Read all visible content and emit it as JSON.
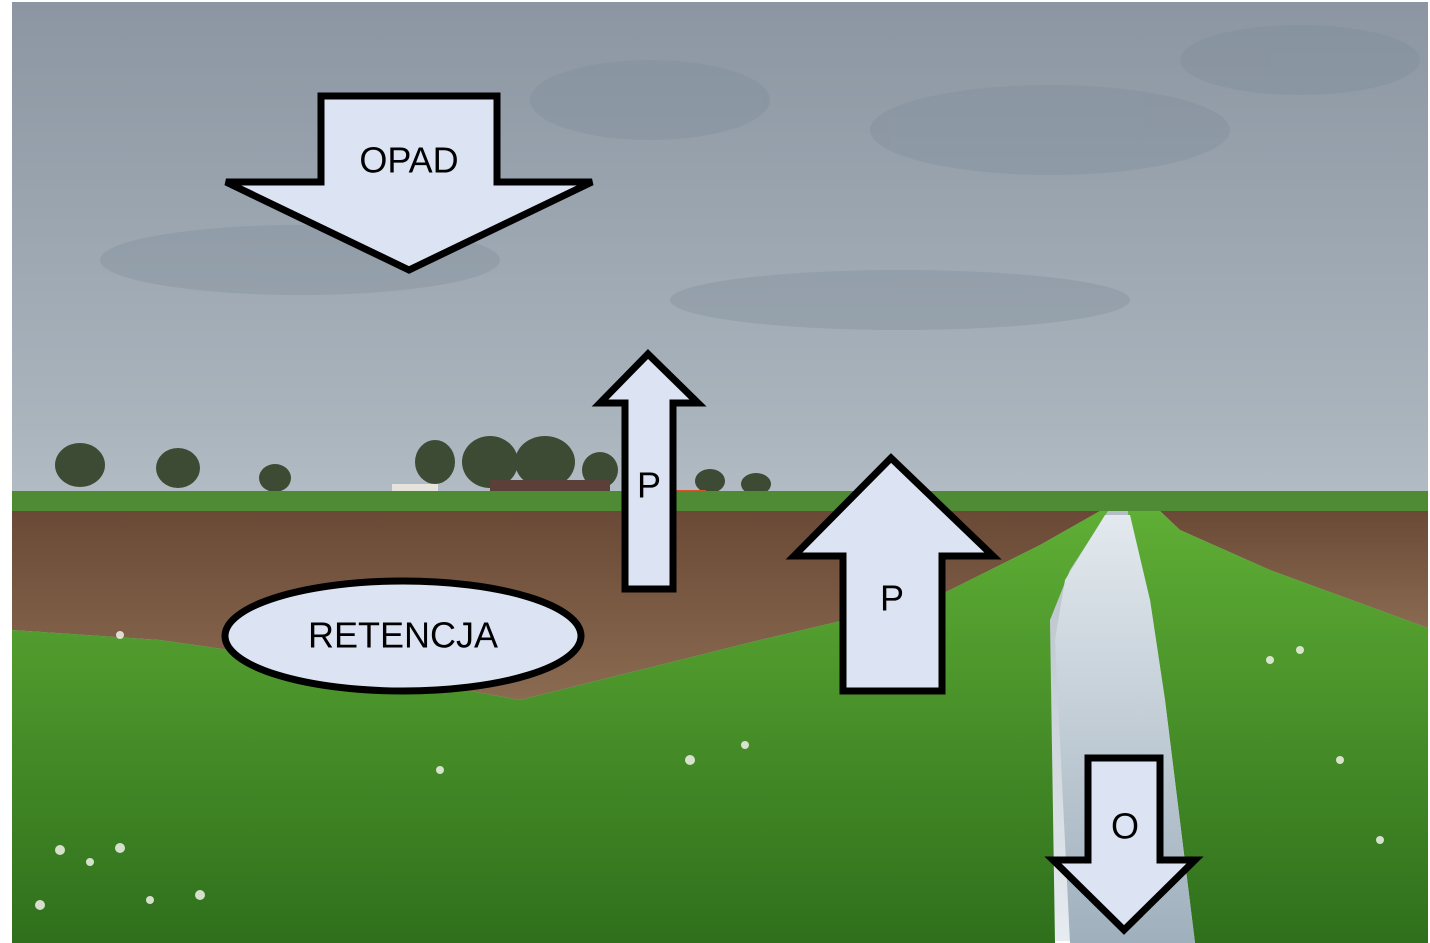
{
  "labels": {
    "precipitation": "OPAD",
    "retention": "RETENCJA",
    "evaporation_left": "P",
    "evaporation_right": "P",
    "outflow": "O"
  },
  "colors": {
    "shape_fill": "#dce3f2",
    "shape_stroke": "#000000",
    "sky_top": "#8e9aa6",
    "sky_horizon": "#dfe6ec",
    "soil": "#7a5a43",
    "grass": "#4f9a2c",
    "water": "#c9d3dc"
  }
}
